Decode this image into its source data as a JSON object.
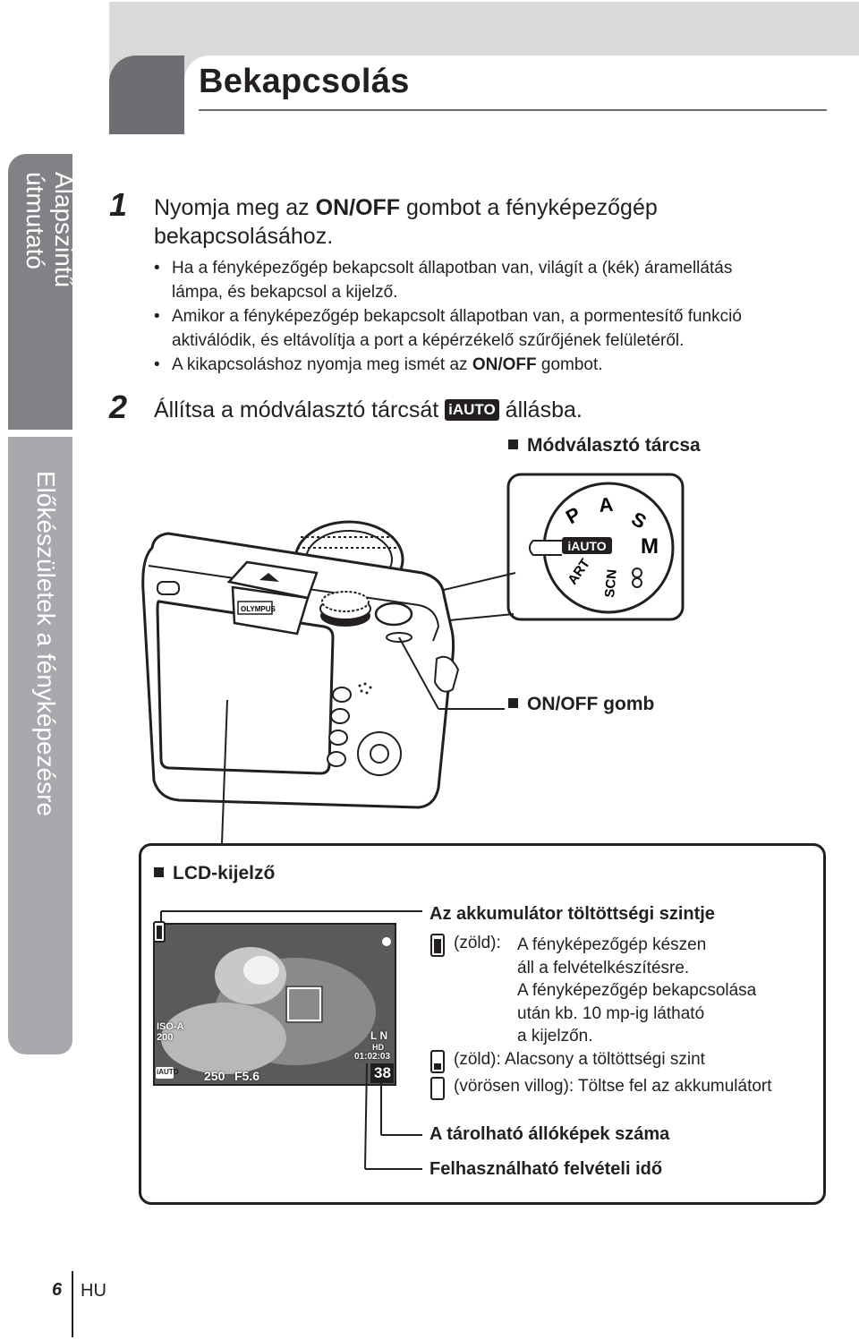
{
  "header": {
    "title": "Bekapcsolás"
  },
  "side_tabs": {
    "tab1_line1": "Alapszintű",
    "tab1_line2": "útmutató",
    "tab2": "Előkészületek a fényképezésre"
  },
  "steps": [
    {
      "number": "1",
      "line1_a": "Nyomja meg az ",
      "line1_key": "ON/OFF",
      "line1_b": " gombot a fényképezőgép",
      "line2": "bekapcsolásához.",
      "bullets": [
        {
          "line1": "Ha a fényképezőgép bekapcsolt állapotban van, világít a (kék) áramellátás",
          "line2": "lámpa, és bekapcsol a kijelző."
        },
        {
          "line1": "Amikor a fényképezőgép bekapcsolt állapotban van, a pormentesítő funkció",
          "line2": "aktiválódik, és eltávolítja a port a képérzékelő szűrőjének felületéről."
        },
        {
          "line1_a": "A kikapcsoláshoz nyomja meg ismét az ",
          "line1_key": "ON/OFF",
          "line1_b": " gombot."
        }
      ]
    },
    {
      "number": "2",
      "text_a": "Állítsa a módválasztó tárcsát ",
      "badge": "iAUTO",
      "text_b": " állásba."
    }
  ],
  "bullet_char": "•",
  "callouts": {
    "mode_dial": "Módválasztó tárcsa",
    "on_off": "ON/OFF gomb",
    "lcd": "LCD-kijelző"
  },
  "dial_labels": {
    "p": "P",
    "a": "A",
    "s": "S",
    "m": "M",
    "iauto": "iAUTO",
    "art": "ART",
    "scn": "SCN"
  },
  "camera_brand": "OLYMPUS",
  "lcd_screen": {
    "iso_label": "ISO-A",
    "iso_value": "200",
    "shutter": "250",
    "aperture": "F5.6",
    "mode": "iAUTO",
    "quality": "L N",
    "movie": "HD",
    "record_time": "01:02:03",
    "shots": "38"
  },
  "battery_info": {
    "title": "Az akkumulátor töltöttségi szintje",
    "full_a": "(zöld):",
    "full_b": "A fényképezőgép készen",
    "full_c": "áll a felvételkészítésre.",
    "full_d": "A fényképezőgép bekapcsolása",
    "full_e": "után kb. 10 mp-ig látható",
    "full_f": "a kijelzőn.",
    "low": "(zöld): Alacsony a töltöttségi szint",
    "empty": "(vörösen villog): Töltse fel az akkumulátort"
  },
  "storable_images": "A tárolható állóképek száma",
  "recording_time": "Felhasználható felvételi idő",
  "footer": {
    "page": "6",
    "lang": "HU"
  },
  "colors": {
    "dark": "#231f20",
    "tab_dark": "#808285",
    "tab_light": "#a7a9ac",
    "header_gray": "#d9d9d9"
  }
}
